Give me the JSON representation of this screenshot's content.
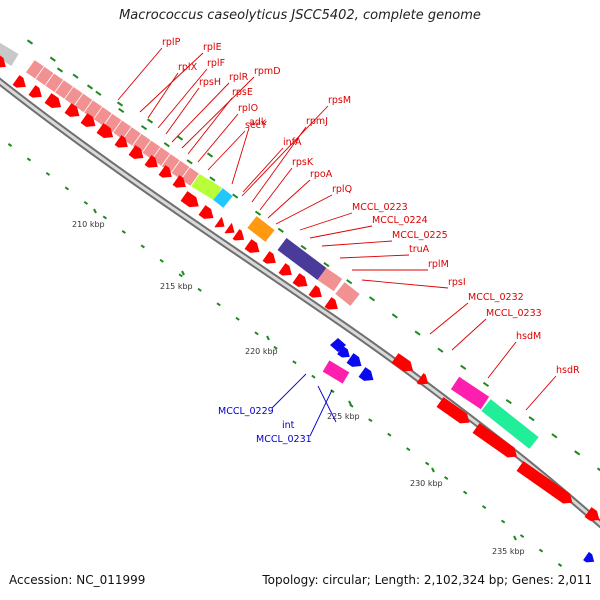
{
  "title": "Macrococcus caseolyticus JSCC5402, complete genome",
  "footer": {
    "accession": "Accession: NC_011999",
    "summary": "Topology: circular; Length: 2,102,324 bp; Genes: 2,011"
  },
  "colors": {
    "forward_gene": "#ff0000",
    "ribosomal": "#f29191",
    "highlight_gene": "#ff1fae",
    "label_red": "#dd0000",
    "label_blue": "#0000cc",
    "backbone": "#888888",
    "tick_green": "#1f8a1f"
  },
  "scale": {
    "ticks": [
      {
        "label": "210 kbp"
      },
      {
        "label": "215 kbp"
      },
      {
        "label": "220 kbp"
      },
      {
        "label": "225 kbp"
      },
      {
        "label": "230 kbp"
      },
      {
        "label": "235 kbp"
      }
    ]
  },
  "gene_labels_red": [
    "rplP",
    "rplE",
    "rplX",
    "rplF",
    "rpsH",
    "rplR",
    "rpmD",
    "rpsE",
    "rplO",
    "secY",
    "adk",
    "infA",
    "rpsM",
    "rpmJ",
    "rpsK",
    "rpoA",
    "rplQ",
    "MCCL_0223",
    "MCCL_0224",
    "MCCL_0225",
    "truA",
    "rplM",
    "rpsI",
    "MCCL_0232",
    "MCCL_0233",
    "hsdM",
    "hsdR"
  ],
  "gene_labels_blue": [
    "MCCL_0229",
    "int",
    "MCCL_0231"
  ]
}
